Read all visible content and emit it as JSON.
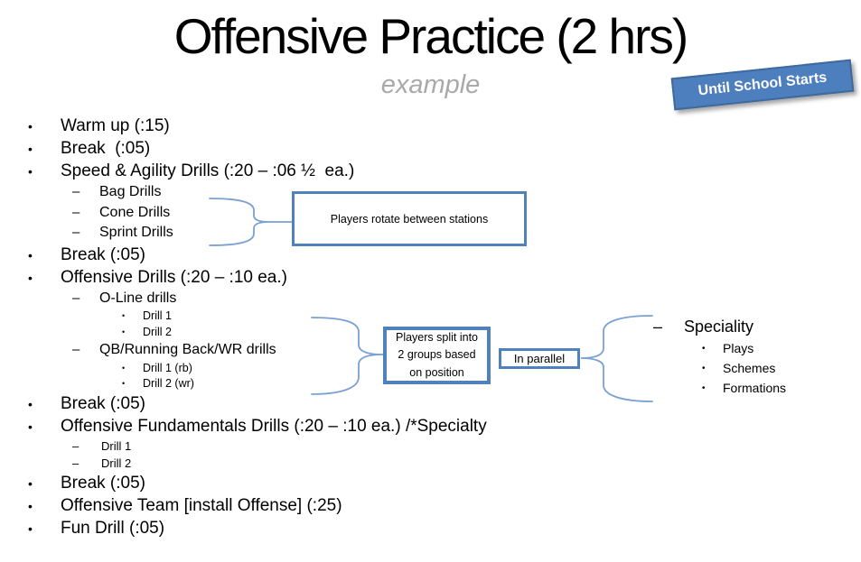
{
  "slide": {
    "title": "Offensive Practice (2 hrs)",
    "subtitle": "example",
    "banner": "Until School Starts"
  },
  "markers": {
    "dot": "•",
    "dash": "–"
  },
  "agenda": {
    "items": [
      {
        "text": "Warm up (:15)",
        "level": "1"
      },
      {
        "text": "Break  (:05)",
        "level": "1"
      },
      {
        "text": "Speed & Agility Drills (:20 – :06 ½  ea.)",
        "level": "1"
      },
      {
        "text": "Bag Drills",
        "level": "2"
      },
      {
        "text": "Cone Drills",
        "level": "2"
      },
      {
        "text": "Sprint Drills",
        "level": "2"
      },
      {
        "text": "Break (:05)",
        "level": "1"
      },
      {
        "text": "Offensive Drills (:20 – :10 ea.)",
        "level": "1"
      },
      {
        "text": "O-Line drills",
        "level": "2"
      },
      {
        "text": "Drill 1",
        "level": "3"
      },
      {
        "text": "Drill 2",
        "level": "3"
      },
      {
        "text": "QB/Running Back/WR drills",
        "level": "2"
      },
      {
        "text": "Drill 1 (rb)",
        "level": "3"
      },
      {
        "text": "Drill 2 (wr)",
        "level": "3"
      },
      {
        "text": "Break (:05)",
        "level": "1"
      },
      {
        "text": "Offensive Fundamentals Drills (:20 – :10 ea.) /*Specialty",
        "level": "1"
      },
      {
        "text": "Drill 1",
        "level": "2s"
      },
      {
        "text": "Drill 2",
        "level": "2s"
      },
      {
        "text": "Break (:05)",
        "level": "1"
      },
      {
        "text": "Offensive Team [install Offense] (:25)",
        "level": "1"
      },
      {
        "text": "Fun Drill (:05)",
        "level": "1"
      }
    ]
  },
  "callouts": {
    "rotate": "Players rotate between stations",
    "split": "Players split into 2 groups based on position",
    "parallel": "In parallel"
  },
  "speciality": {
    "heading": "Speciality",
    "items": [
      "Plays",
      "Schemes",
      "Formations"
    ]
  },
  "colors": {
    "accent": "#4f81bd",
    "brace": "#7aa0d4",
    "banner_fill": "#4d7ebd",
    "banner_border": "#3e6a9e",
    "subtitle_gray": "#a9a9a9"
  }
}
